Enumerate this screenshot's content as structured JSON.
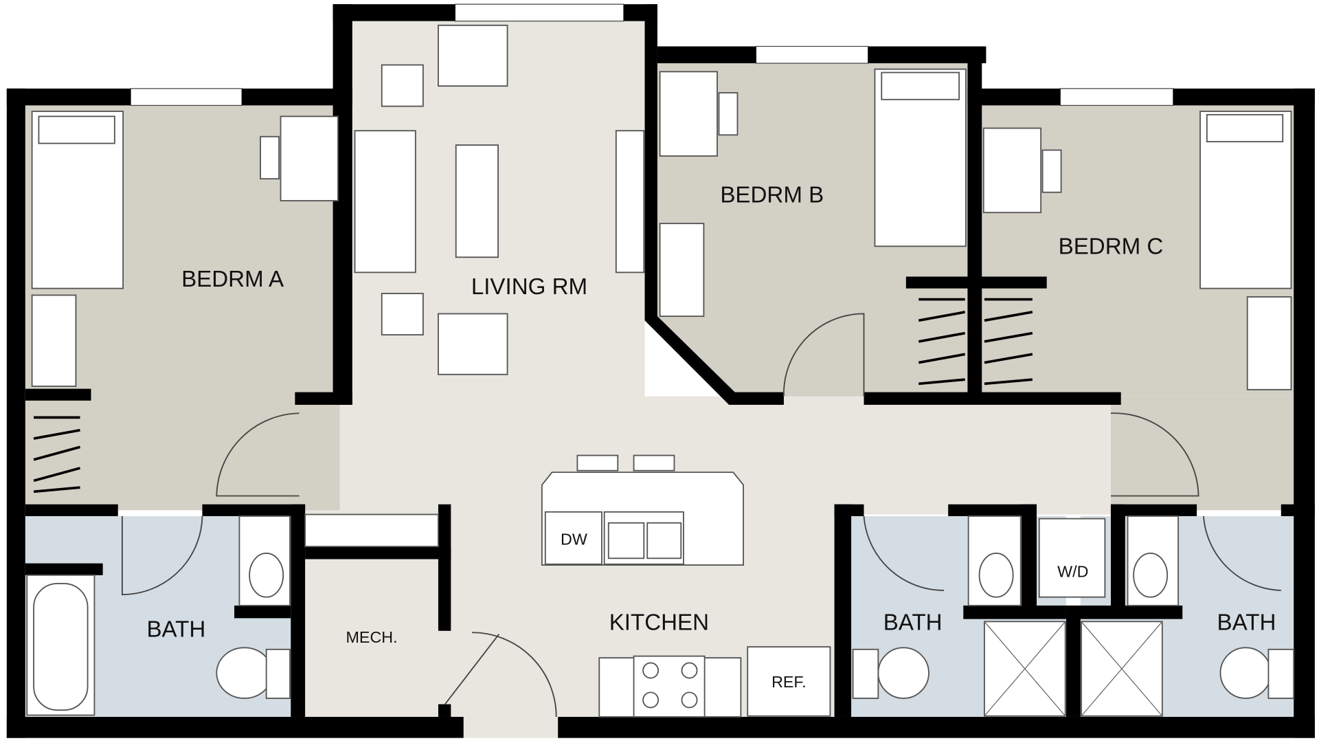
{
  "rooms": {
    "bedroom_a": "BEDRM A",
    "living": "LIVING RM",
    "bedroom_b": "BEDRM B",
    "bedroom_c": "BEDRM C",
    "bath_a": "BATH",
    "bath_b": "BATH",
    "bath_c": "BATH",
    "mech": "MECH.",
    "kitchen": "KITCHEN"
  },
  "fixtures": {
    "dishwasher": "DW",
    "washer_dryer": "W/D",
    "refrigerator": "REF."
  },
  "colors": {
    "bedroom_floor": "#d3d0c6",
    "living_floor": "#e8e6df",
    "bath_floor": "#d4dde3",
    "wall": "#000000"
  }
}
